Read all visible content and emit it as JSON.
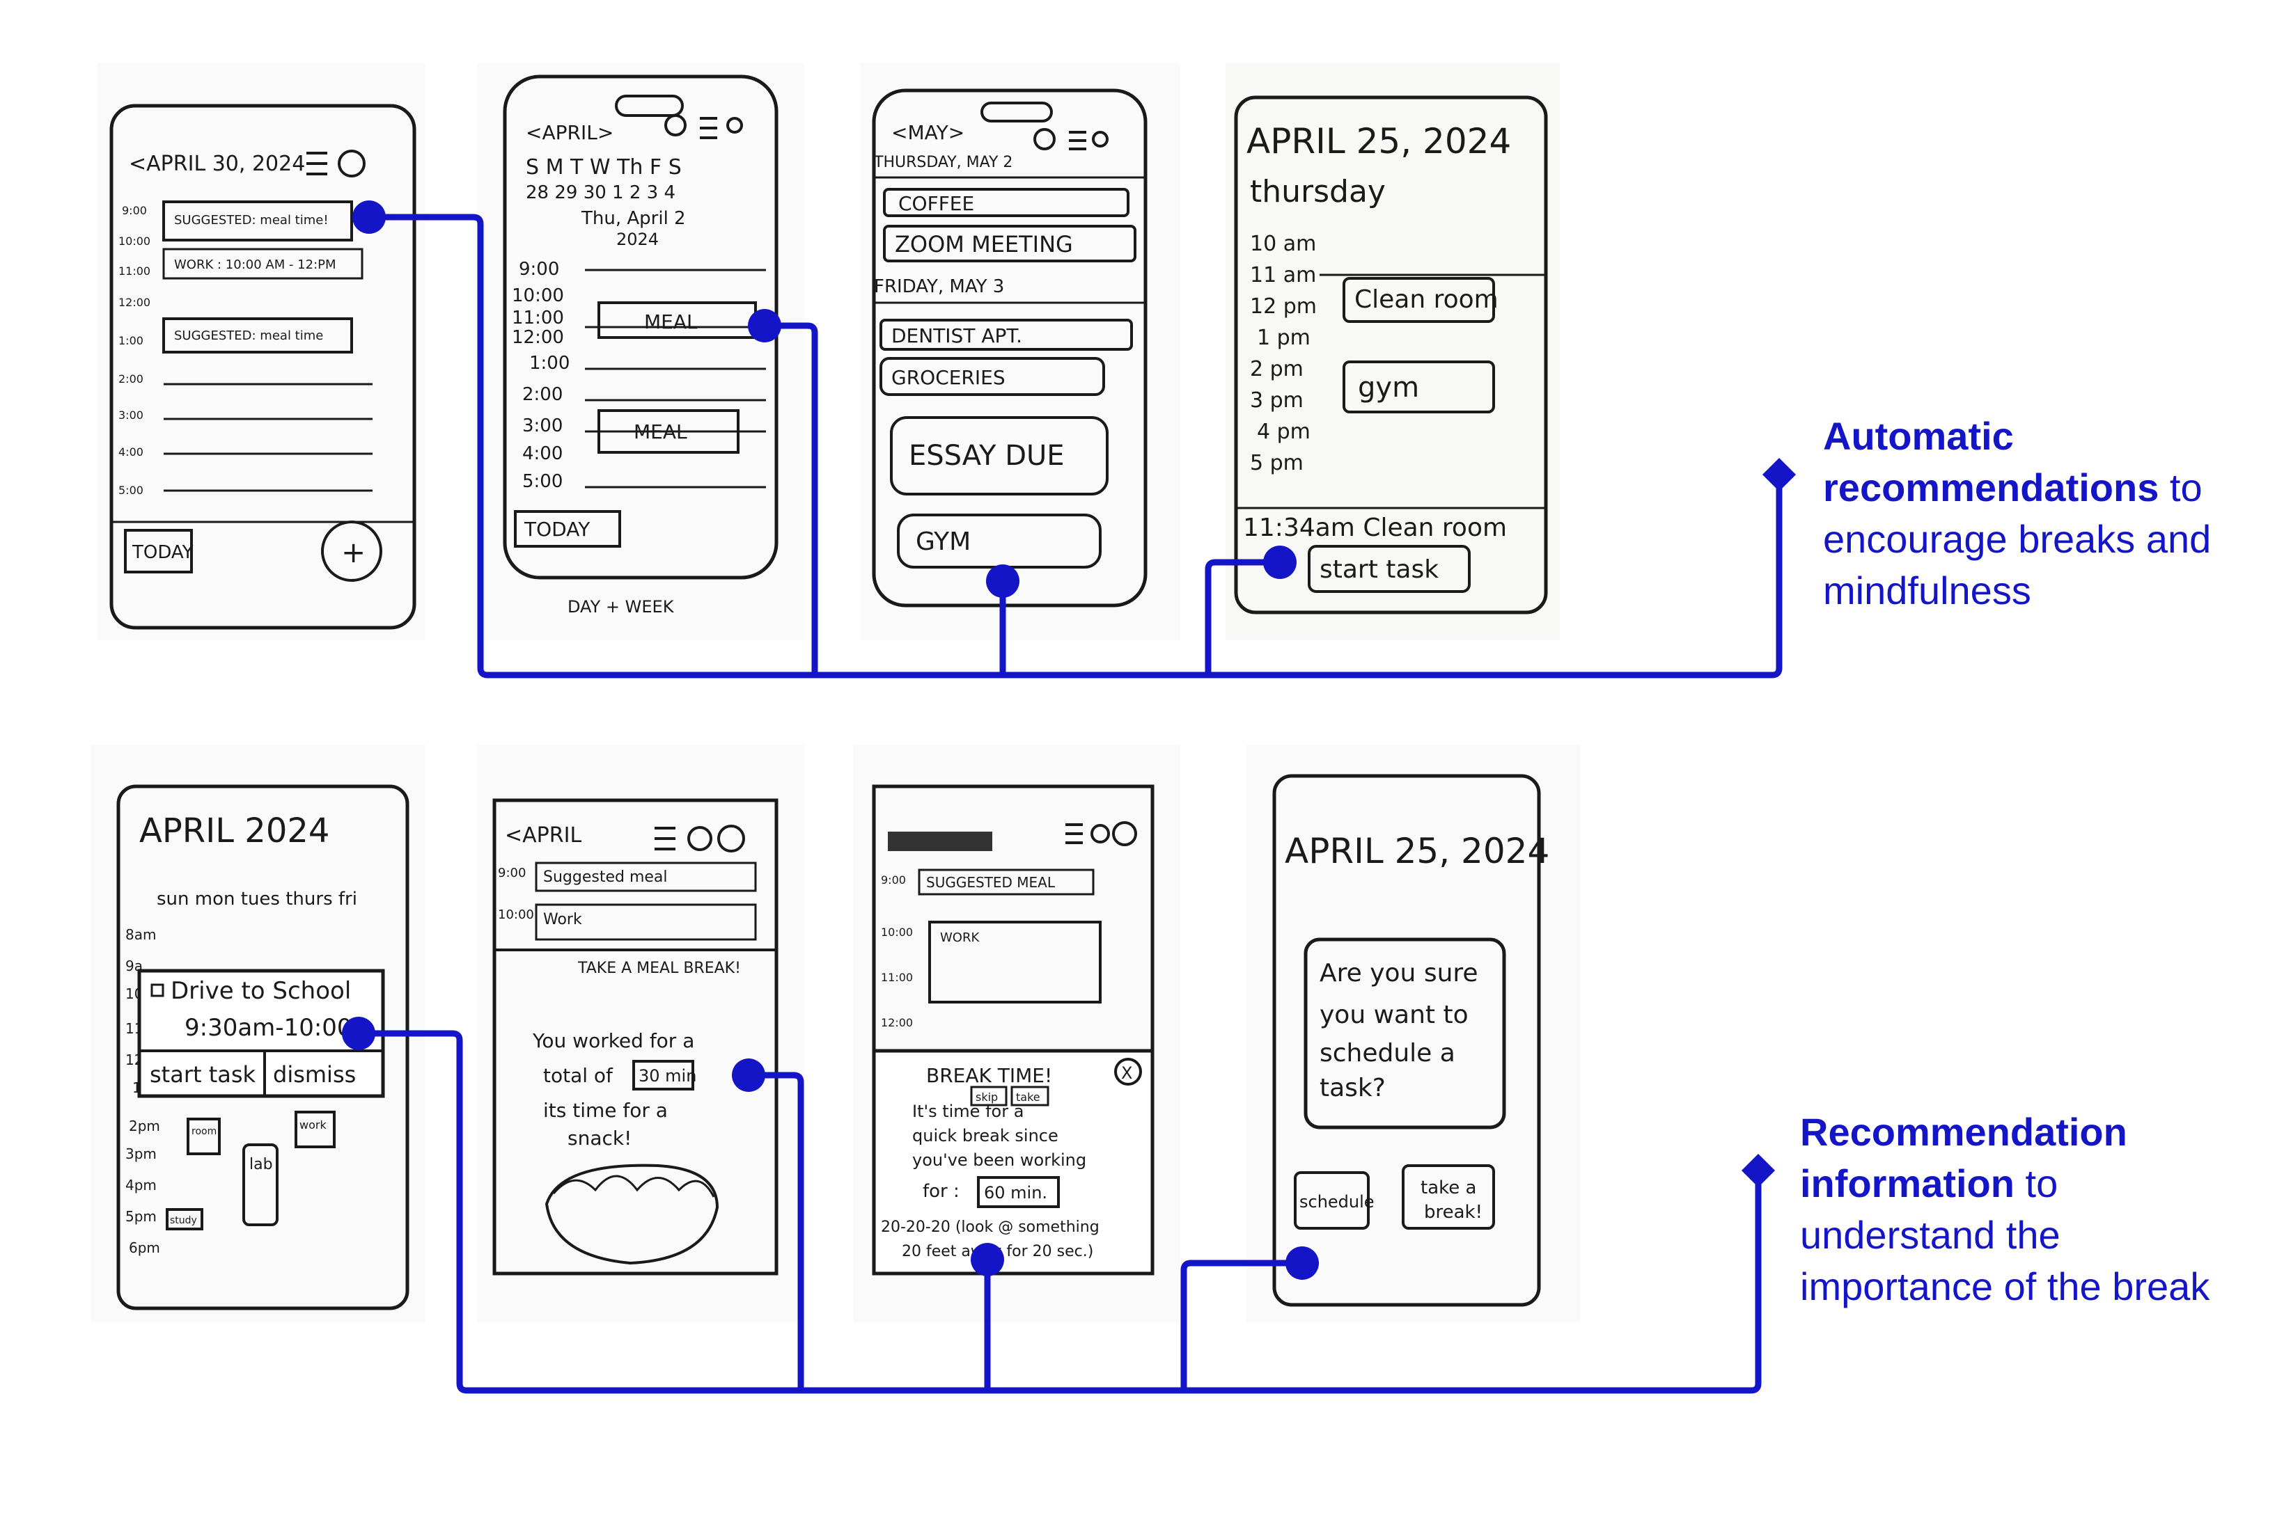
{
  "accent_color": "#1515c8",
  "annotations": [
    {
      "bold": "Automatic recommendations",
      "rest": "to encourage breaks and mindfulness"
    },
    {
      "bold": "Recommendation information",
      "rest": "to understand the importance of the break"
    }
  ],
  "row1": {
    "s1": {
      "header": "<APRIL 30, 2024",
      "times": [
        "9:00",
        "10:00",
        "11:00",
        "12:00",
        "1:00",
        "2:00",
        "3:00",
        "4:00",
        "5:00"
      ],
      "event1": "SUGGESTED: meal time!",
      "event2": "WORK : 10:00 AM - 12:PM",
      "event3": "SUGGESTED: meal time",
      "today_btn": "TODAY",
      "add_btn": "+"
    },
    "s2": {
      "month": "<APRIL>",
      "weekdays": "S M T W Th F S",
      "dates": "28 29 30 1 2 3 4",
      "selected": "Thu, April 2",
      "year": "2024",
      "times": [
        "9:00",
        "10:00",
        "11:00",
        "12:00",
        "1:00",
        "2:00",
        "3:00",
        "4:00",
        "5:00"
      ],
      "meal1": "MEAL",
      "meal2": "MEAL",
      "today_btn": "TODAY",
      "caption": "DAY + WEEK"
    },
    "s3": {
      "month": "<MAY>",
      "day1": "THURSDAY, MAY 2",
      "day2": "FRIDAY, MAY 3",
      "events": [
        "COFFEE",
        "ZOOM MEETING",
        "DENTIST APT.",
        "GROCERIES",
        "ESSAY DUE",
        "GYM"
      ]
    },
    "s4": {
      "date": "APRIL 25, 2024",
      "weekday": "thursday",
      "times": [
        "10 am",
        "11 am",
        "12 pm",
        "1 pm",
        "2 pm",
        "3 pm",
        "4 pm",
        "5 pm"
      ],
      "event1": "Clean room",
      "event2": "gym",
      "now": "11:34am Clean room",
      "start_btn": "start task"
    }
  },
  "row2": {
    "s1": {
      "title": "APRIL 2024",
      "weekdays": "sun mon tues thurs fri",
      "times": [
        "8am",
        "9a",
        "10",
        "11",
        "12",
        "1",
        "2pm",
        "3pm",
        "4pm",
        "5pm",
        "6pm"
      ],
      "task": "Drive to School",
      "task_time": "9:30am-10:00",
      "start_btn": "start task",
      "dismiss_btn": "dismiss",
      "blocks": [
        "room",
        "work",
        "lab",
        "study"
      ]
    },
    "s2": {
      "header": "<APRIL",
      "times": [
        "9:00",
        "10:00"
      ],
      "event1": "Suggested meal",
      "event2": "Work",
      "popup_title": "TAKE A MEAL BREAK!",
      "msg_1": "You worked for a",
      "msg_2a": "total of",
      "msg_2b": "30 min",
      "msg_3": "its time for a",
      "msg_4": "snack!"
    },
    "s3": {
      "times": [
        "9:00",
        "10:00",
        "11:00",
        "12:00"
      ],
      "event1": "SUGGESTED MEAL",
      "event2": "WORK",
      "popup_title": "BREAK TIME!",
      "close": "X",
      "skip": "skip",
      "take": "take",
      "msg_1": "It's time for a",
      "msg_2": "quick break since",
      "msg_3": "you've been working",
      "msg_4a": "for :",
      "msg_4b": "60 min.",
      "msg_5": "20-20-20 (look @ something",
      "msg_6": "20 feet away for 20 sec.)"
    },
    "s4": {
      "date": "APRIL 25, 2024",
      "question_1": "Are you sure",
      "question_2": "you want to",
      "question_3": "schedule a",
      "question_4": "task?",
      "schedule_btn": "schedule",
      "break_btn_1": "take a",
      "break_btn_2": "break!"
    }
  }
}
